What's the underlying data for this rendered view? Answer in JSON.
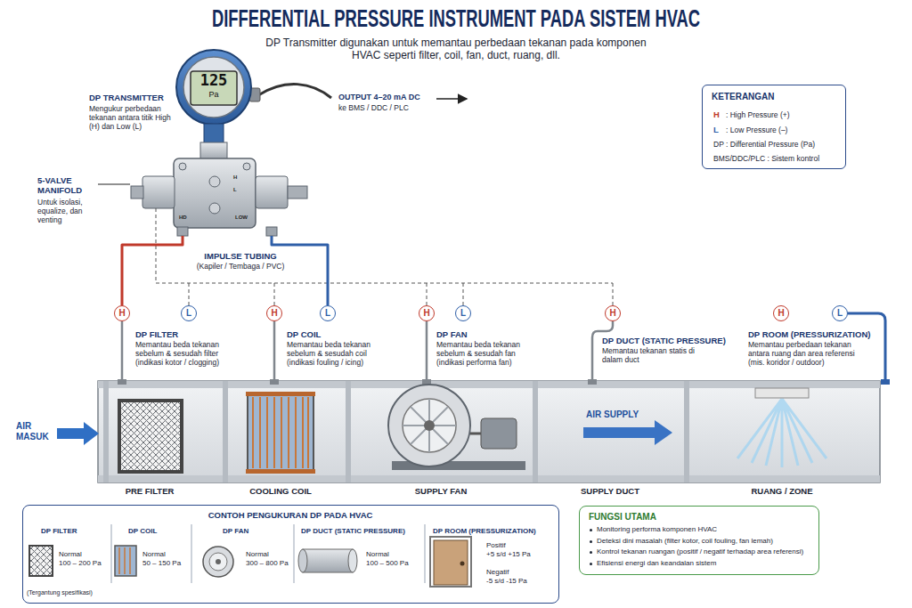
{
  "diagram": {
    "title": "DIFFERENTIAL PRESSURE INSTRUMENT PADA SISTEM HVAC",
    "nodes": [
      {
        "text": [
          "KETERANGAN",
          "H",
          ": High Pressure (+)",
          "L",
          ": Low Pressure (–)",
          "DP : Differential Pressure (Pa)",
          "BMS/DDC/PLC : Sistem kontrol"
        ]
      },
      {
        "text": [
          "H"
        ]
      },
      {
        "text": [
          "L"
        ]
      },
      {
        "text": [
          "H"
        ]
      },
      {
        "text": [
          "L"
        ]
      },
      {
        "text": [
          "H"
        ]
      },
      {
        "text": [
          "L"
        ]
      },
      {
        "text": [
          "H"
        ]
      },
      {
        "text": [
          "H"
        ]
      },
      {
        "text": [
          "L"
        ]
      },
      {
        "text": [
          "CONTOH PENGUKURAN DP PADA HVAC",
          "DP FILTER",
          "Normal 100 – 200 Pa",
          "(Tergantung spesifikasi)",
          "DP COIL",
          "Normal 50 – 150 Pa",
          "DP FAN",
          "Normal 300 – 800 Pa",
          "DP DUCT (STATIC PRESSURE)",
          "Normal 100 – 500 Pa",
          "DP ROOM (PRESSURIZATION)",
          "Positif +5 s/d +15 Pa",
          "Negatif -5 s/d -15 Pa"
        ]
      },
      {
        "text": [
          "FUNGSI UTAMA",
          "Monitoring performa komponen HVAC",
          "Deteksi dini masalah (filter kotor, coil fouling, fan lemah)",
          "Kontrol tekanan ruangan (positif / negatif terhadap area referensi)",
          "Efisiensi energi dan keandalan sistem"
        ]
      }
    ],
    "labels": [
      "DP Transmitter digunakan untuk memantau perbedaan tekanan pada komponen HVAC seperti filter, coil, fan, duct, ruang, dll.",
      "125",
      "Pa",
      "DP TRANSMITTER",
      "Mengukur perbedaan tekanan antara titik High (H) dan Low (L)",
      "OUTPUT 4–20 mA DC",
      "ke BMS / DDC / PLC",
      "5-VALVE MANIFOLD",
      "Untuk isolasi, equalize, dan venting",
      "H",
      "L",
      "HD",
      "LOW",
      "IMPULSE TUBING",
      "(Kapiler / Tembaga / PVC)",
      "DP FILTER",
      "Memantau beda tekanan sebelum & sesudah filter (indikasi kotor / clogging)",
      "DP COIL",
      "Memantau beda tekanan sebelum & sesudah coil (indikasi fouling / icing)",
      "DP FAN",
      "Memantau beda tekanan sebelum & sesudah fan (indikasi performa fan)",
      "DP DUCT (STATIC PRESSURE)",
      "Memantau tekanan statis di dalam duct",
      "DP ROOM (PRESSURIZATION)",
      "Memantau perbedaan tekanan antara ruang dan area referensi (mis. koridor / outdoor)",
      "AIR MASUK",
      "PRE FILTER",
      "COOLING COIL",
      "AIR SUPPLY",
      "SUPPLY FAN",
      "SUPPLY DUCT",
      "RUANG / ZONE"
    ]
  }
}
